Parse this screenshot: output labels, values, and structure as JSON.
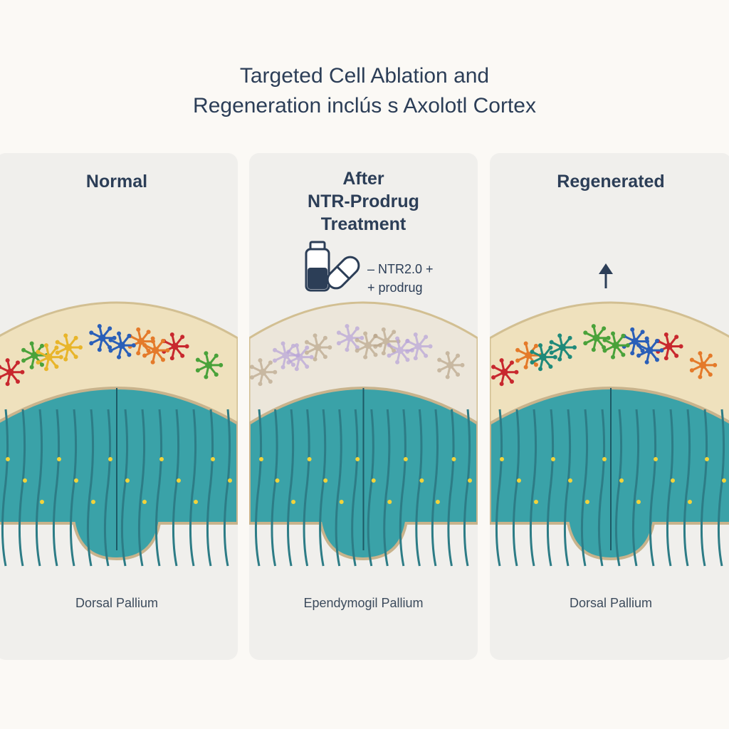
{
  "title": {
    "line1": "Targeted Cell Ablation and",
    "line2": "Regeneration inclús s Axolotl Cortex"
  },
  "panels": [
    {
      "heading_lines": [
        "Normal"
      ],
      "caption": "Dorsal Pallium"
    },
    {
      "heading_lines": [
        "After",
        "NTR-Prodrug",
        "Treatment"
      ],
      "caption": "Ependymogil Pallium",
      "legend": [
        "– NTR2.0 +",
        "+ prodrug"
      ]
    },
    {
      "heading_lines": [
        "Regenerated"
      ],
      "caption": "Dorsal Pallium"
    }
  ],
  "colors": {
    "background": "#fbf9f5",
    "panel": "#f0efec",
    "title_text": "#2c3e57",
    "cortex_band": "#efe1bd",
    "cortex_band_faded": "#ece6da",
    "ventricle_teal": "#3aa2a8",
    "ventricle_dark": "#2d7c86",
    "cell_red": "#c8282e",
    "cell_green": "#4aa23a",
    "cell_yellow": "#e8b52a",
    "cell_orange": "#e47a2a",
    "cell_blue": "#2a5fb8",
    "cell_teal": "#1f8a7a",
    "cell_faded_brown": "#b9a58a",
    "cell_faded_purple": "#b7a3d8"
  },
  "icons": [
    "vial-icon",
    "capsule-icon",
    "up-arrow-icon"
  ]
}
